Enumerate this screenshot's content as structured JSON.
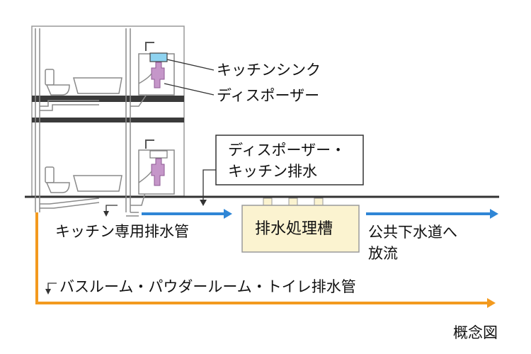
{
  "labels": {
    "kitchen_sink": "キッチンシンク",
    "disposer": "ディスポーザー",
    "disposer_drain_line1": "ディスポーザー・",
    "disposer_drain_line2": "キッチン排水",
    "kitchen_pipe": "キッチン専用排水管",
    "treatment_tank": "排水処理槽",
    "public_sewer_line1": "公共下水道へ",
    "public_sewer_line2": "放流",
    "bath_pipe": "バスルーム・パウダールーム・トイレ排水管",
    "concept": "概念図"
  },
  "colors": {
    "kitchen_flow": "#2f86d6",
    "bath_flow": "#f39a1e",
    "tank_fill": "#fbf3d0",
    "disposer": "#c596c9",
    "sink_water": "#8ed3f0",
    "ground": "#333333",
    "pipe": "#8a8a8a"
  }
}
